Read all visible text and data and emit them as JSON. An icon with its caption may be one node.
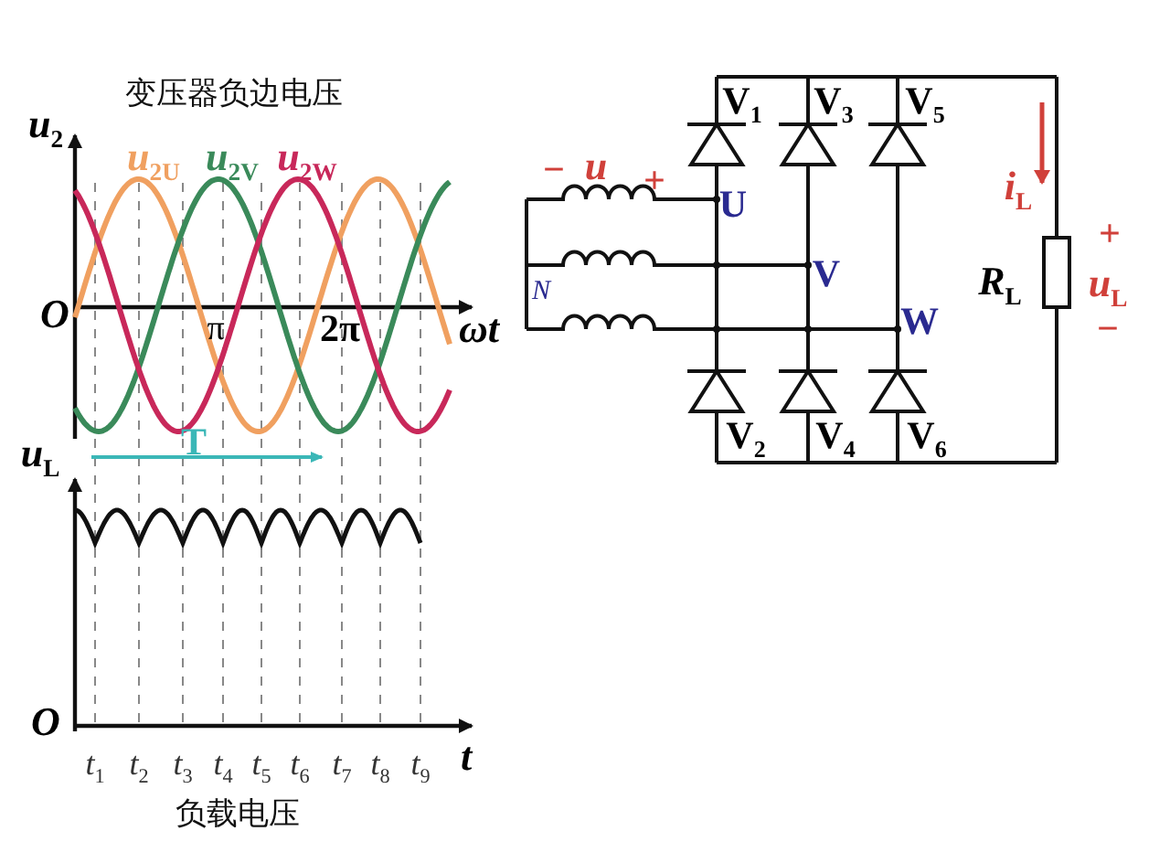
{
  "diagram": {
    "title": "变压器负边电压",
    "caption": "负载电压",
    "labels": [
      "u$_{2}$",
      "u$_{2U}$",
      "u$_{2V}$",
      "u$_{2W}$",
      "O",
      "π",
      "2π",
      "ωt",
      "T",
      "u$_{L}$",
      "O",
      "t$_{1}$",
      "t$_{2}$",
      "t$_{3}$",
      "t$_{4}$",
      "t$_{5}$",
      "t$_{6}$",
      "t$_{7}$",
      "t$_{8}$",
      "t$_{9}$",
      "t",
      "V$_{1}$",
      "V$_{3}$",
      "V$_{5}$",
      "−",
      "u",
      "+",
      "U",
      "i$_{L}$",
      "V",
      "N",
      "R$_{L}$",
      "+",
      "u$_{L}$",
      "W",
      "−",
      "V$_{2}$",
      "V$_{4}$",
      "V$_{6}$"
    ]
  }
}
